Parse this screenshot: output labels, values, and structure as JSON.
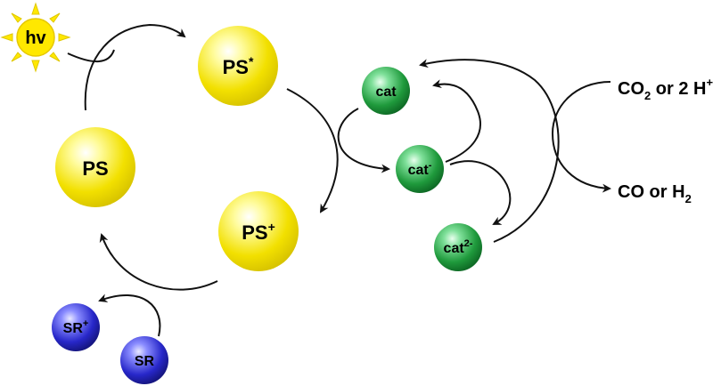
{
  "colors": {
    "yellow": "#f5e400",
    "green": "#1f9a3c",
    "blue": "#2727c9",
    "sun": "#ffe800",
    "arrow": "#111111"
  },
  "sun": {
    "label": "hv"
  },
  "species": {
    "ps": "PS",
    "ps_excited": {
      "base": "PS",
      "sup": "*"
    },
    "ps_plus": {
      "base": "PS",
      "sup": "+"
    },
    "cat": "cat",
    "cat_minus": {
      "base": "cat",
      "sup": "-"
    },
    "cat_2minus": {
      "base": "cat",
      "sup": "2-"
    },
    "sr": "SR",
    "sr_plus": {
      "base": "SR",
      "sup": "+"
    }
  },
  "substrates": {
    "reactant": {
      "a": "CO",
      "a_sub": "2",
      "mid": " or 2 H",
      "sup": "+"
    },
    "product": {
      "a": "CO or H",
      "a_sub": "2"
    }
  }
}
